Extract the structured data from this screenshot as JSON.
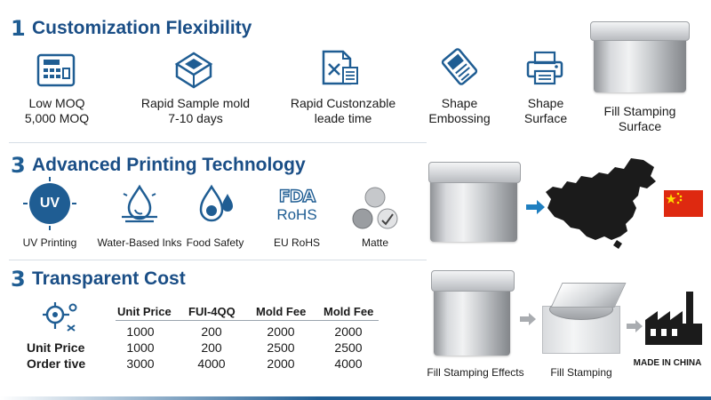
{
  "section1": {
    "number": "1",
    "title": "Customization Flexibility",
    "items": [
      {
        "icon": "calculator-card-icon",
        "line1": "Low MOQ",
        "line2": "5,000 MOQ"
      },
      {
        "icon": "sample-mold-icon",
        "line1": "Rapid Sample mold",
        "line2": "7-10 days"
      },
      {
        "icon": "document-icon",
        "line1": "Rapid Custonzable",
        "line2": "leade time"
      },
      {
        "icon": "embossing-icon",
        "line1": "Shape",
        "line2": "Embossing"
      },
      {
        "icon": "printer-icon",
        "line1": "Shape",
        "line2": "Surface"
      },
      {
        "icon": "tin-box-image",
        "line1": "Fill Stamping",
        "line2": "Surface"
      }
    ]
  },
  "section2": {
    "number": "3",
    "title": "Advanced Printing Technology",
    "uv_badge": "UV",
    "fda_text": "FDA",
    "rohs_text": "RoHS",
    "items": [
      {
        "icon": "uv-badge-icon",
        "label": "UV Printing"
      },
      {
        "icon": "water-drop-icon",
        "label": "Water-Based Inks"
      },
      {
        "icon": "drops-icon",
        "label": "Food Safety"
      },
      {
        "icon": "fda-rohs-icon",
        "label": "EU RoHS"
      },
      {
        "icon": "matte-circles-icon",
        "label": "Matte"
      }
    ]
  },
  "section3": {
    "number": "3",
    "title": "Transparent Cost",
    "table": {
      "headers": [
        "Unit Price",
        "FUI-4QQ",
        "Mold Fee",
        "Mold Fee"
      ],
      "row_labels": [
        "Unit Price",
        "Order tive"
      ],
      "rows": [
        [
          "1000",
          "200",
          "2000",
          "2000"
        ],
        [
          "1000",
          "200",
          "2500",
          "2500"
        ],
        [
          "3000",
          "4000",
          "2000",
          "4000"
        ]
      ]
    },
    "captions": {
      "fill_effects": "Fill Stamping Effects",
      "fill_stamping": "Fill Stamping",
      "made_in": "MADE IN CHINA"
    }
  },
  "colors": {
    "brand_blue": "#1f5d93",
    "title_blue": "#1a4e86",
    "china_red": "#de2910",
    "star_yellow": "#ffde00",
    "map_black": "#1b1b1b"
  }
}
